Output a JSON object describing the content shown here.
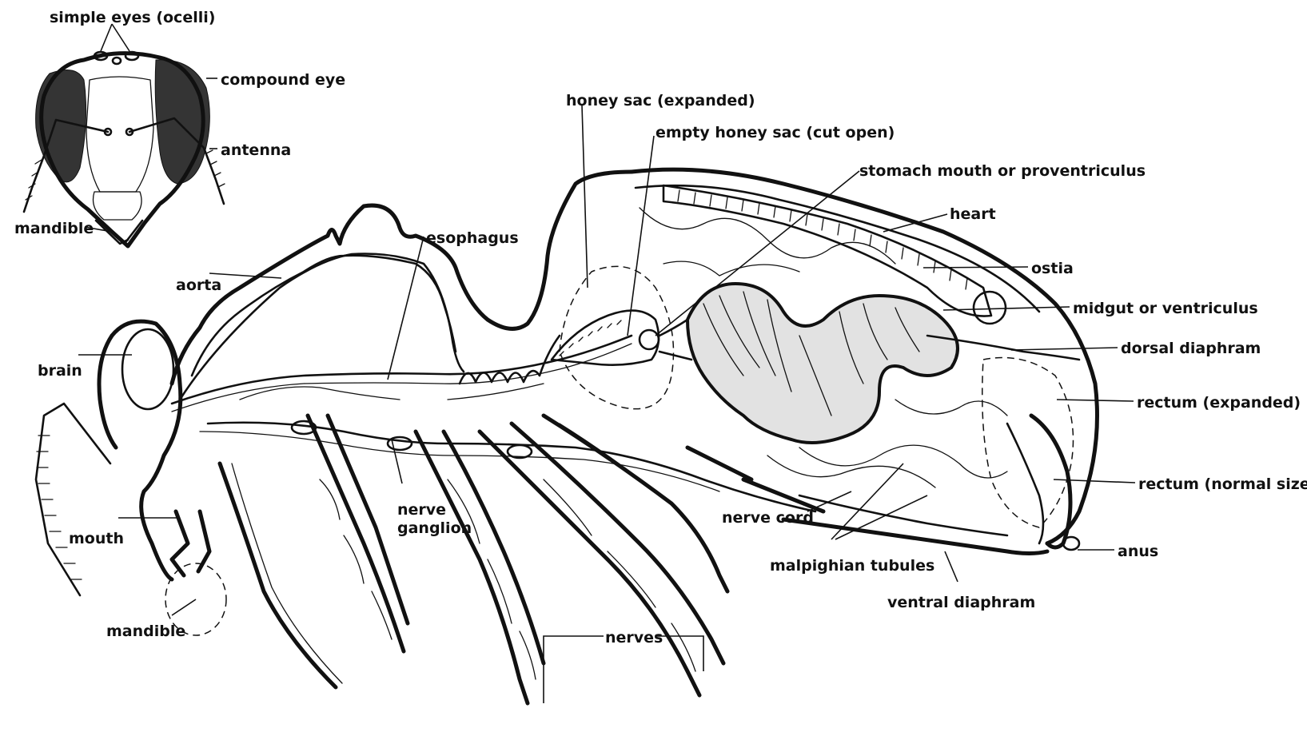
{
  "labels": {
    "simple_eyes": "simple eyes (ocelli)",
    "compound_eye": "compound eye",
    "antenna": "antenna",
    "mandible_head": "mandible",
    "honey_sac_expanded": "honey sac (expanded)",
    "empty_honey_sac": "empty honey sac (cut open)",
    "stomach_mouth": "stomach mouth or proventriculus",
    "heart": "heart",
    "esophagus": "esophagus",
    "aorta": "aorta",
    "ostia": "ostia",
    "midgut": "midgut or ventriculus",
    "brain": "brain",
    "dorsal_diaphram": "dorsal diaphram",
    "rectum_expanded": "rectum (expanded)",
    "rectum_normal": "rectum (normal size)",
    "nerve_ganglion_1": "nerve",
    "nerve_ganglion_2": "ganglion",
    "nerve_cord": "nerve cord",
    "mouth": "mouth",
    "anus": "anus",
    "malpighian_tubules": "malpighian tubules",
    "ventral_diaphram": "ventral diaphram",
    "mandible_body": "mandible",
    "nerves": "nerves"
  },
  "colors": {
    "ink": "#111111",
    "paper": "#ffffff"
  }
}
